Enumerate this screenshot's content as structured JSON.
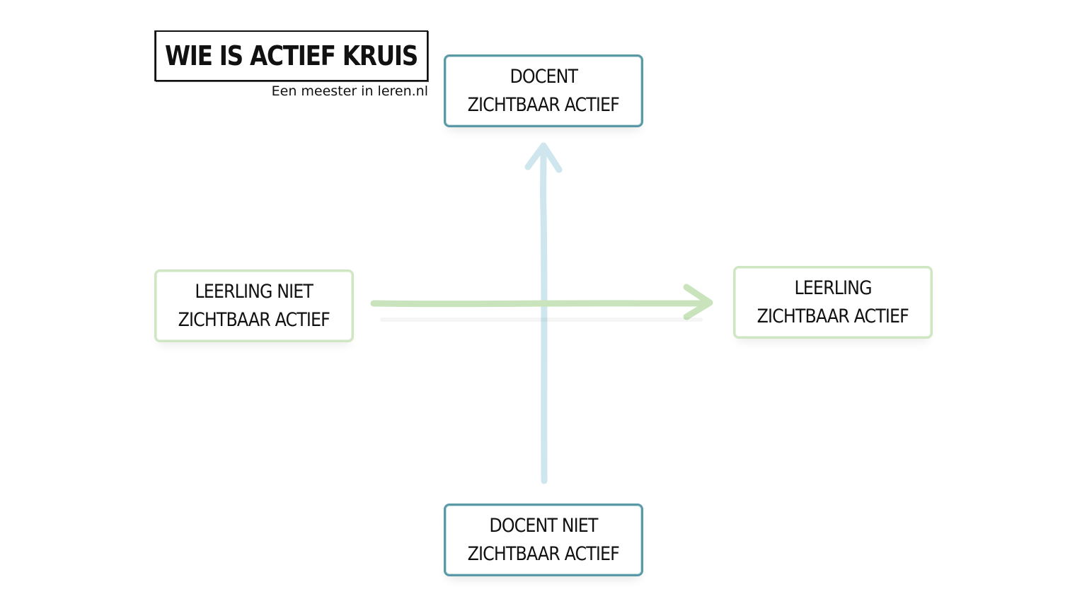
{
  "title": "WIE IS ACTIEF KRUIS",
  "subtitle": "Een meester in leren.nl",
  "nodes": {
    "top": {
      "line1": "DOCENT",
      "line2": "ZICHTBAAR ACTIEF"
    },
    "bottom": {
      "line1": "DOCENT NIET",
      "line2": "ZICHTBAAR ACTIEF"
    },
    "left": {
      "line1": "LEERLING NIET",
      "line2": "ZICHTBAAR ACTIEF"
    },
    "right": {
      "line1": "LEERLING",
      "line2": "ZICHTBAAR ACTIEF"
    }
  },
  "colors": {
    "teal_border": "#5a9aa6",
    "green_border": "#cfe6c2",
    "vertical_arrow": "#cfe6ee",
    "horizontal_arrow": "#c9e4bc"
  }
}
